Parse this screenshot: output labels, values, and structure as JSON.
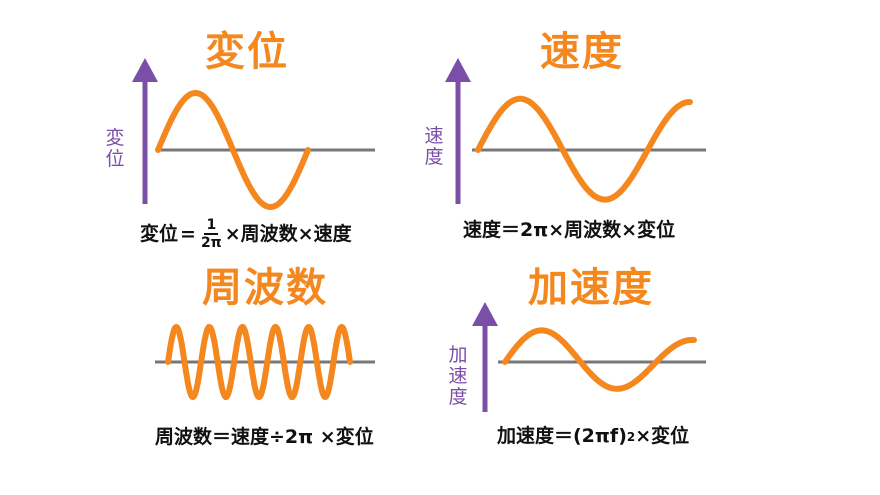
{
  "colors": {
    "wave": "#f5871f",
    "baseline": "#777777",
    "axis": "#7b4fa8",
    "title": "#f5871f",
    "formula_text": "#111111"
  },
  "panels": {
    "displacement": {
      "title": "変位",
      "axis_label": "変位",
      "formula": {
        "lhs": "変位",
        "eq": "=",
        "frac_num": "1",
        "frac_den": "2π",
        "rest": "×周波数×速度"
      }
    },
    "velocity": {
      "title": "速度",
      "axis_label": "速度",
      "formula": "速度＝2π×周波数×変位"
    },
    "frequency": {
      "title": "周波数",
      "formula": "周波数＝速度÷2π ×変位"
    },
    "acceleration": {
      "title": "加速度",
      "axis_label": "加速度",
      "formula": {
        "base": "加速度＝(2πf)",
        "exp": "2",
        "rest": "×変位"
      }
    }
  }
}
